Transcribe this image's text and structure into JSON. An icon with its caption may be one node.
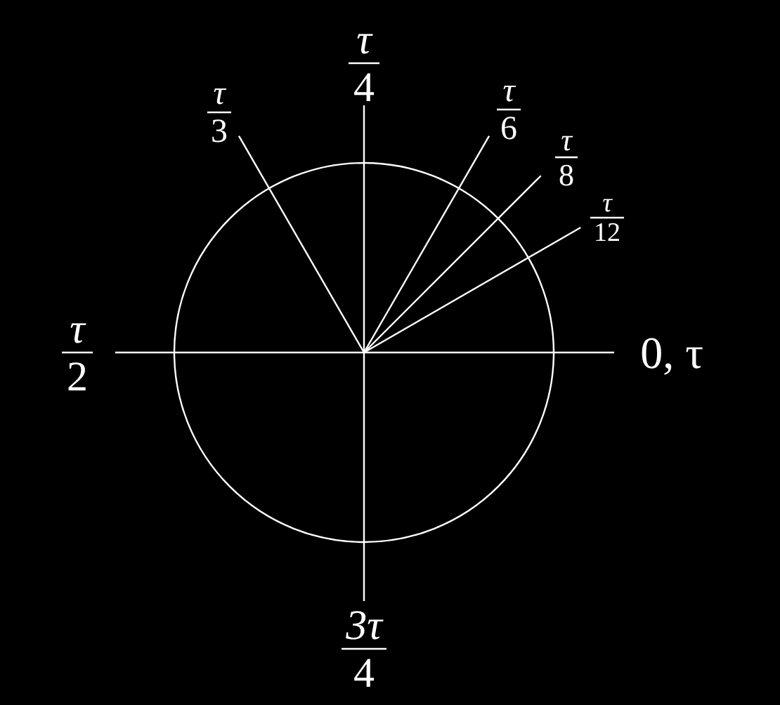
{
  "diagram": {
    "labels": [
      "τ",
      "4",
      "τ",
      "3",
      "τ",
      "6",
      "τ",
      "8",
      "τ",
      "12",
      "τ",
      "2",
      "0, τ",
      "3τ",
      "4"
    ]
  }
}
